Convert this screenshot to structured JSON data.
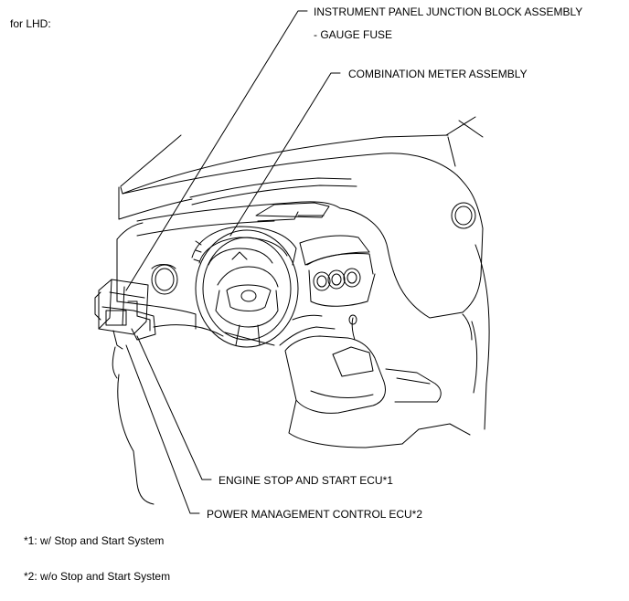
{
  "header": {
    "variant": "for LHD:"
  },
  "callouts": {
    "junction_block": "INSTRUMENT PANEL JUNCTION BLOCK ASSEMBLY",
    "gauge_fuse": "- GAUGE FUSE",
    "combination_meter": "COMBINATION METER ASSEMBLY",
    "engine_ecu": "ENGINE STOP AND START ECU*1",
    "power_ecu": "POWER MANAGEMENT CONTROL ECU*2"
  },
  "footnotes": {
    "note1": "*1: w/ Stop and Start System",
    "note2": "*2: w/o Stop and Start System"
  },
  "colors": {
    "line": "#000000",
    "background": "#ffffff"
  }
}
